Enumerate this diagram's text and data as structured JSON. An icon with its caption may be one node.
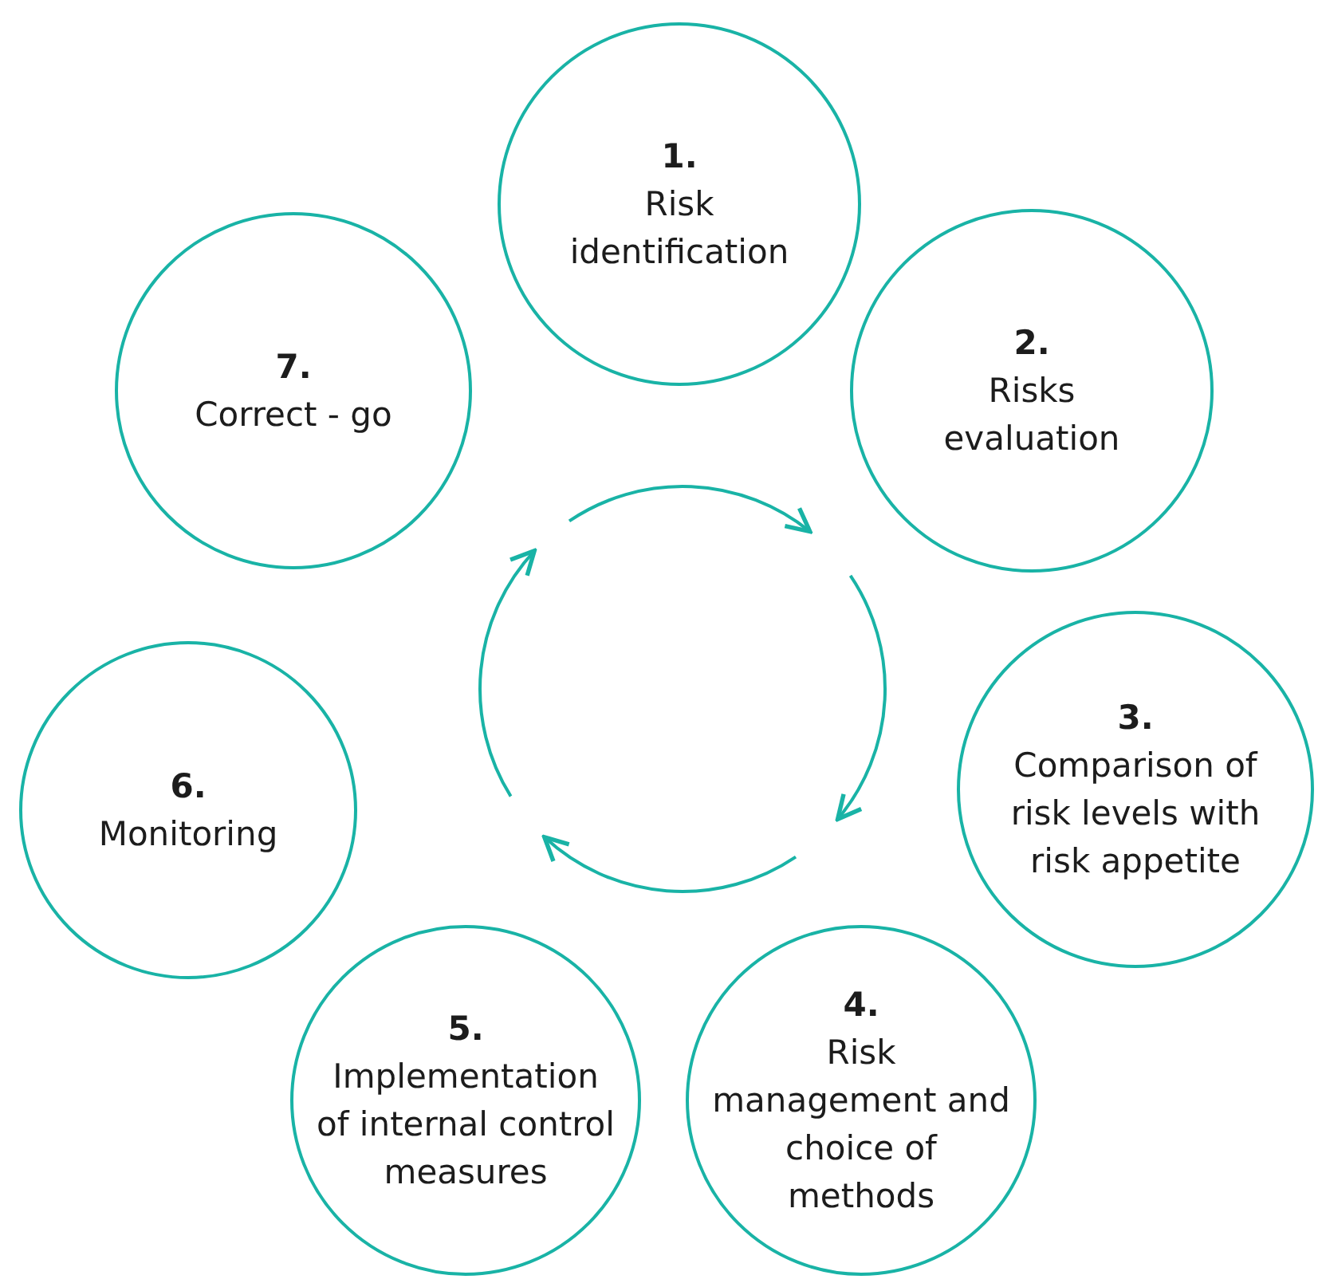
{
  "diagram": {
    "nodes": [
      {
        "text": [
          "1.",
          "Risk identification"
        ]
      },
      {
        "text": [
          "2.",
          "Risks evaluation"
        ]
      },
      {
        "text": [
          "3.",
          "Comparison of risk levels with risk appetite"
        ]
      },
      {
        "text": [
          "4.",
          "Risk management and choice of methods"
        ]
      },
      {
        "text": [
          "5.",
          "Implementation of internal control measures"
        ]
      },
      {
        "text": [
          "6.",
          "Monitoring"
        ]
      },
      {
        "text": [
          "7.",
          "Correct - go"
        ]
      }
    ]
  }
}
